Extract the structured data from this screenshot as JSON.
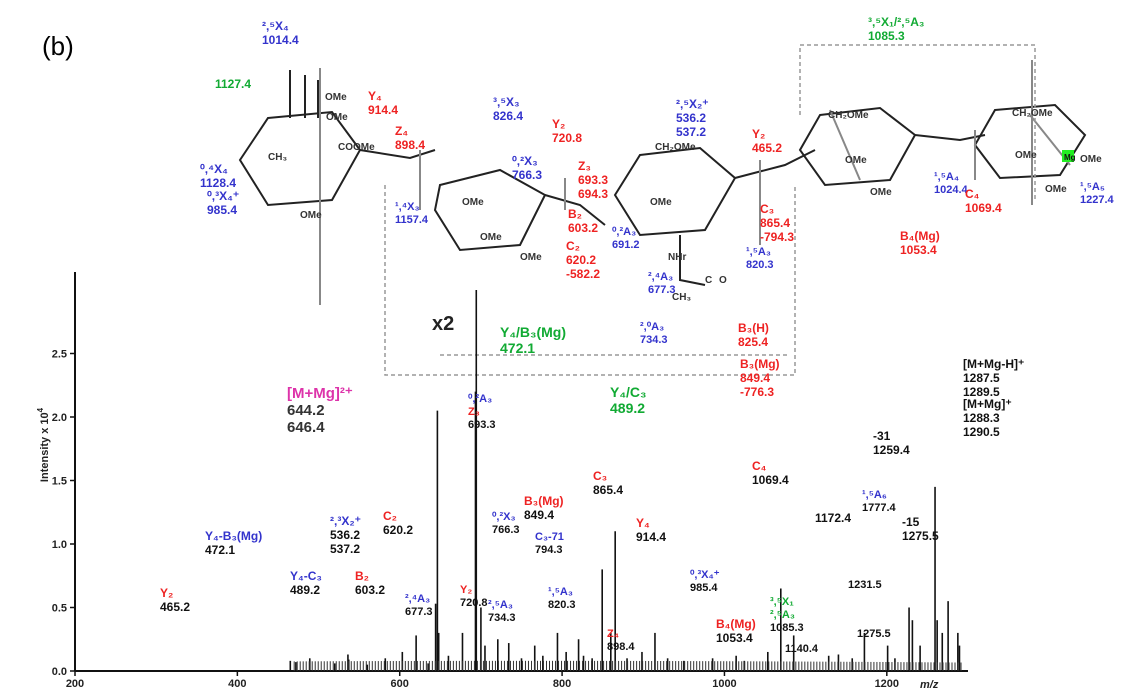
{
  "panel_label": "(b)",
  "chart_data": {
    "type": "bar",
    "xlabel": "m/z",
    "ylabel": "Intensity x 10",
    "ylabel_exp": "4",
    "xlim": [
      200,
      1300
    ],
    "ylim": [
      0,
      3.0
    ],
    "x_ticks": [
      "200",
      "400",
      "600",
      "800",
      "1000",
      "1200"
    ],
    "y_ticks": [
      "0.0",
      "0.5",
      "1.0",
      "1.5",
      "2.0",
      "2.5"
    ],
    "zoom_label": "x2",
    "peaks": [
      {
        "x": 465.2,
        "y": 0.08
      },
      {
        "x": 472.1,
        "y": 0.07
      },
      {
        "x": 489.2,
        "y": 0.1
      },
      {
        "x": 520,
        "y": 0.06
      },
      {
        "x": 536.2,
        "y": 0.13
      },
      {
        "x": 537.2,
        "y": 0.09
      },
      {
        "x": 560,
        "y": 0.05
      },
      {
        "x": 582.2,
        "y": 0.1
      },
      {
        "x": 603.2,
        "y": 0.15
      },
      {
        "x": 620.2,
        "y": 0.28
      },
      {
        "x": 635,
        "y": 0.06
      },
      {
        "x": 644.2,
        "y": 0.53
      },
      {
        "x": 646.4,
        "y": 2.05
      },
      {
        "x": 648,
        "y": 0.3
      },
      {
        "x": 660,
        "y": 0.12
      },
      {
        "x": 677.3,
        "y": 0.3
      },
      {
        "x": 693.3,
        "y": 2.2
      },
      {
        "x": 694.3,
        "y": 3.0
      },
      {
        "x": 700,
        "y": 0.5
      },
      {
        "x": 705,
        "y": 0.2
      },
      {
        "x": 720.8,
        "y": 0.25
      },
      {
        "x": 734.3,
        "y": 0.22
      },
      {
        "x": 750,
        "y": 0.1
      },
      {
        "x": 766.3,
        "y": 0.2
      },
      {
        "x": 776.3,
        "y": 0.12
      },
      {
        "x": 794.3,
        "y": 0.3
      },
      {
        "x": 805,
        "y": 0.15
      },
      {
        "x": 820.3,
        "y": 0.25
      },
      {
        "x": 826.4,
        "y": 0.12
      },
      {
        "x": 837,
        "y": 0.1
      },
      {
        "x": 849.4,
        "y": 0.8
      },
      {
        "x": 860,
        "y": 0.3
      },
      {
        "x": 865.4,
        "y": 1.1
      },
      {
        "x": 880,
        "y": 0.1
      },
      {
        "x": 898.4,
        "y": 0.15
      },
      {
        "x": 914.4,
        "y": 0.3
      },
      {
        "x": 930,
        "y": 0.1
      },
      {
        "x": 950,
        "y": 0.08
      },
      {
        "x": 985.4,
        "y": 0.1
      },
      {
        "x": 1014.4,
        "y": 0.12
      },
      {
        "x": 1024.4,
        "y": 0.08
      },
      {
        "x": 1053.4,
        "y": 0.15
      },
      {
        "x": 1069.4,
        "y": 0.65
      },
      {
        "x": 1085.3,
        "y": 0.28
      },
      {
        "x": 1128.4,
        "y": 0.12
      },
      {
        "x": 1140.4,
        "y": 0.13
      },
      {
        "x": 1157.4,
        "y": 0.1
      },
      {
        "x": 1172.4,
        "y": 0.3
      },
      {
        "x": 1201,
        "y": 0.2
      },
      {
        "x": 1210,
        "y": 0.1
      },
      {
        "x": 1227.4,
        "y": 0.5
      },
      {
        "x": 1231.5,
        "y": 0.4
      },
      {
        "x": 1241,
        "y": 0.2
      },
      {
        "x": 1259.4,
        "y": 1.45
      },
      {
        "x": 1262,
        "y": 0.4
      },
      {
        "x": 1268.3,
        "y": 0.3
      },
      {
        "x": 1275.5,
        "y": 0.55
      },
      {
        "x": 1287.5,
        "y": 0.3
      },
      {
        "x": 1289.5,
        "y": 0.2
      }
    ],
    "peak_labels": [
      {
        "lines": [
          "Y₂",
          "465.2"
        ],
        "colors": [
          "#e22",
          "#111"
        ]
      },
      {
        "lines": [
          "Y₄-B₃(Mg)",
          "472.1"
        ],
        "colors": [
          "#33c",
          "#111"
        ]
      },
      {
        "lines": [
          "Y₄-C₃",
          "489.2"
        ],
        "colors": [
          "#33c",
          "#111"
        ]
      },
      {
        "lines": [
          "²,³X₂⁺",
          "536.2",
          "537.2"
        ],
        "colors": [
          "#33c",
          "#111",
          "#111"
        ]
      },
      {
        "lines": [
          "B₂",
          "603.2"
        ],
        "colors": [
          "#e22",
          "#111"
        ]
      },
      {
        "lines": [
          "C₂",
          "620.2"
        ],
        "colors": [
          "#e22",
          "#111"
        ]
      },
      {
        "lines": [
          "[M+Mg]²⁺",
          "644.2",
          "646.4"
        ],
        "colors": [
          "#d3a",
          "#333",
          "#333"
        ]
      },
      {
        "lines": [
          "²,⁴A₃",
          "677.3"
        ],
        "colors": [
          "#33c",
          "#111"
        ]
      },
      {
        "lines": [
          "⁰,²A₃",
          "Z₃",
          "693.3"
        ],
        "colors": [
          "#33c",
          "#e22",
          "#111"
        ]
      },
      {
        "lines": [
          "Y₂",
          "720.8"
        ],
        "colors": [
          "#e22",
          "#111"
        ]
      },
      {
        "lines": [
          "²,⁵A₃",
          "734.3"
        ],
        "colors": [
          "#33c",
          "#111"
        ]
      },
      {
        "lines": [
          "⁰,²X₃",
          "766.3"
        ],
        "colors": [
          "#33c",
          "#111"
        ]
      },
      {
        "lines": [
          "C₃-71",
          "794.3"
        ],
        "colors": [
          "#33c",
          "#111"
        ]
      },
      {
        "lines": [
          "¹,⁵A₃",
          "820.3"
        ],
        "colors": [
          "#33c",
          "#111"
        ]
      },
      {
        "lines": [
          "B₃(Mg)",
          "849.4"
        ],
        "colors": [
          "#e22",
          "#111"
        ]
      },
      {
        "lines": [
          "C₃",
          "865.4"
        ],
        "colors": [
          "#e22",
          "#111"
        ]
      },
      {
        "lines": [
          "Z₄",
          "898.4"
        ],
        "colors": [
          "#e22",
          "#111"
        ]
      },
      {
        "lines": [
          "Y₄",
          "914.4"
        ],
        "colors": [
          "#e22",
          "#111"
        ]
      },
      {
        "lines": [
          "⁰,³X₄⁺",
          "985.4"
        ],
        "colors": [
          "#33c",
          "#111"
        ]
      },
      {
        "lines": [
          "B₄(Mg)",
          "1053.4"
        ],
        "colors": [
          "#e22",
          "#111"
        ]
      },
      {
        "lines": [
          "C₄",
          "1069.4"
        ],
        "colors": [
          "#e22",
          "#111"
        ]
      },
      {
        "lines": [
          "³,⁵X₁",
          "²,⁵A₃",
          "1085.3"
        ],
        "colors": [
          "#1a3",
          "#1a3",
          "#111"
        ]
      },
      {
        "lines": [
          "1140.4"
        ],
        "colors": [
          "#111"
        ]
      },
      {
        "lines": [
          "1172.4"
        ],
        "colors": [
          "#111"
        ]
      },
      {
        "lines": [
          "1231.5"
        ],
        "colors": [
          "#111"
        ]
      },
      {
        "lines": [
          "1275.5"
        ],
        "colors": [
          "#111"
        ]
      },
      {
        "lines": [
          "¹,⁵A₆",
          "1777.4"
        ],
        "colors": [
          "#33c",
          "#111"
        ]
      },
      {
        "lines": [
          "-31",
          "1259.4"
        ],
        "colors": [
          "#111",
          "#111"
        ]
      },
      {
        "lines": [
          "-15",
          "1275.5"
        ],
        "colors": [
          "#111",
          "#111"
        ]
      },
      {
        "lines": [
          "[M+Mg-H]⁺",
          "1287.5",
          "1289.5"
        ],
        "colors": [
          "#111",
          "#111",
          "#111"
        ]
      },
      {
        "lines": [
          "[M+Mg]⁺",
          "1288.3",
          "1290.5"
        ],
        "colors": [
          "#111",
          "#111",
          "#111"
        ]
      }
    ]
  },
  "structure_labels": [
    {
      "lines": [
        "²,⁵X₄",
        "1014.4"
      ],
      "color": "#33c"
    },
    {
      "lines": [
        "1127.4"
      ],
      "color": "#1a3"
    },
    {
      "lines": [
        "⁰,⁴X₄",
        "1128.4"
      ],
      "color": "#33c"
    },
    {
      "lines": [
        "⁰,³X₄⁺",
        "985.4"
      ],
      "color": "#33c"
    },
    {
      "lines": [
        "Y₄",
        "914.4"
      ],
      "color": "#e22"
    },
    {
      "lines": [
        "Z₄",
        "898.4"
      ],
      "color": "#e22"
    },
    {
      "lines": [
        "¹,⁴X₃",
        "1157.4"
      ],
      "color": "#33c"
    },
    {
      "lines": [
        "³,⁵X₃",
        "826.4"
      ],
      "color": "#33c"
    },
    {
      "lines": [
        "⁰,²X₃",
        "766.3"
      ],
      "color": "#33c"
    },
    {
      "lines": [
        "Y₂",
        "720.8"
      ],
      "color": "#e22"
    },
    {
      "lines": [
        "Z₃",
        "693.3",
        "694.3"
      ],
      "color": "#e22"
    },
    {
      "lines": [
        "B₂",
        "603.2"
      ],
      "color": "#e22"
    },
    {
      "lines": [
        "C₂",
        "620.2",
        "-582.2"
      ],
      "color": "#e22"
    },
    {
      "lines": [
        "⁰,²A₃",
        "691.2"
      ],
      "color": "#33c"
    },
    {
      "lines": [
        "²,⁵X₂⁺",
        "536.2",
        "537.2"
      ],
      "color": "#33c"
    },
    {
      "lines": [
        "²,⁴A₃",
        "677.3"
      ],
      "color": "#33c"
    },
    {
      "lines": [
        "¹,⁵A₃",
        "820.3"
      ],
      "color": "#33c"
    },
    {
      "lines": [
        "²,⁰A₃",
        "734.3"
      ],
      "color": "#33c"
    },
    {
      "lines": [
        "Y₂",
        "465.2"
      ],
      "color": "#e22"
    },
    {
      "lines": [
        "C₃",
        "865.4",
        "-794.3"
      ],
      "color": "#e22"
    },
    {
      "lines": [
        "B₃(H)",
        "825.4"
      ],
      "color": "#e22"
    },
    {
      "lines": [
        "B₃(Mg)",
        "849.4",
        "-776.3"
      ],
      "color": "#e22"
    },
    {
      "lines": [
        "³,⁵X₁/²,⁵A₃",
        "1085.3"
      ],
      "color": "#1a3"
    },
    {
      "lines": [
        "¹,⁵A₄",
        "1024.4"
      ],
      "color": "#33c"
    },
    {
      "lines": [
        "B₄(Mg)",
        "1053.4"
      ],
      "color": "#e22"
    },
    {
      "lines": [
        "C₄",
        "1069.4"
      ],
      "color": "#e22"
    },
    {
      "lines": [
        "¹,⁵A₅",
        "1227.4"
      ],
      "color": "#33c"
    },
    {
      "lines": [
        "Y₄/B₃(Mg)",
        "472.1"
      ],
      "color": "#1a3"
    },
    {
      "lines": [
        "Y₄/C₃",
        "489.2"
      ],
      "color": "#1a3"
    }
  ],
  "structure_text": {
    "ome": "OMe",
    "ch2ome": "CH₂OMe",
    "ch3": "CH₃",
    "cooome": "COOMe",
    "nhr": "NHr",
    "c": "C",
    "o": "O",
    "mg": "Mg"
  }
}
